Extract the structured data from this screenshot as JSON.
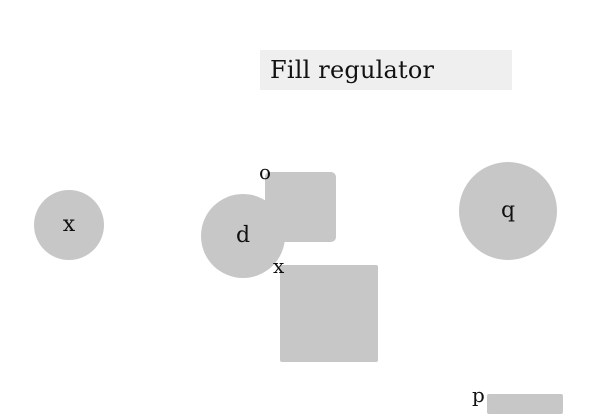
{
  "title": "Fill regulator",
  "shapes": {
    "left_circle": {
      "label": "x"
    },
    "middle_circle": {
      "label": "d"
    },
    "right_circle": {
      "label": "q"
    },
    "rounded_square_label": "o",
    "square_label": "x",
    "bottom_bar_label": "p"
  },
  "colors": {
    "shape_fill": "#c7c7c7",
    "title_background": "#efefef",
    "text": "#111111"
  }
}
